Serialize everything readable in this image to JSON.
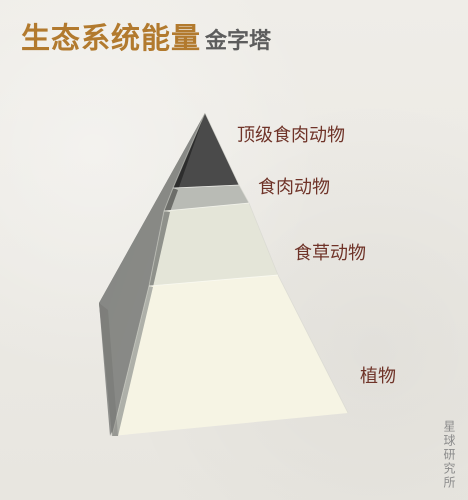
{
  "title": {
    "main": "生态系统能量",
    "sub": "金字塔"
  },
  "levels": [
    {
      "label": "顶级食肉动物"
    },
    {
      "label": "食肉动物"
    },
    {
      "label": "食草动物"
    },
    {
      "label": "植物"
    }
  ],
  "watermark": "星球研究所",
  "colors": {
    "title": "#b27a2e",
    "subtitle": "#5d5d5d",
    "label": "#6f3328",
    "background": "#eceae4"
  }
}
